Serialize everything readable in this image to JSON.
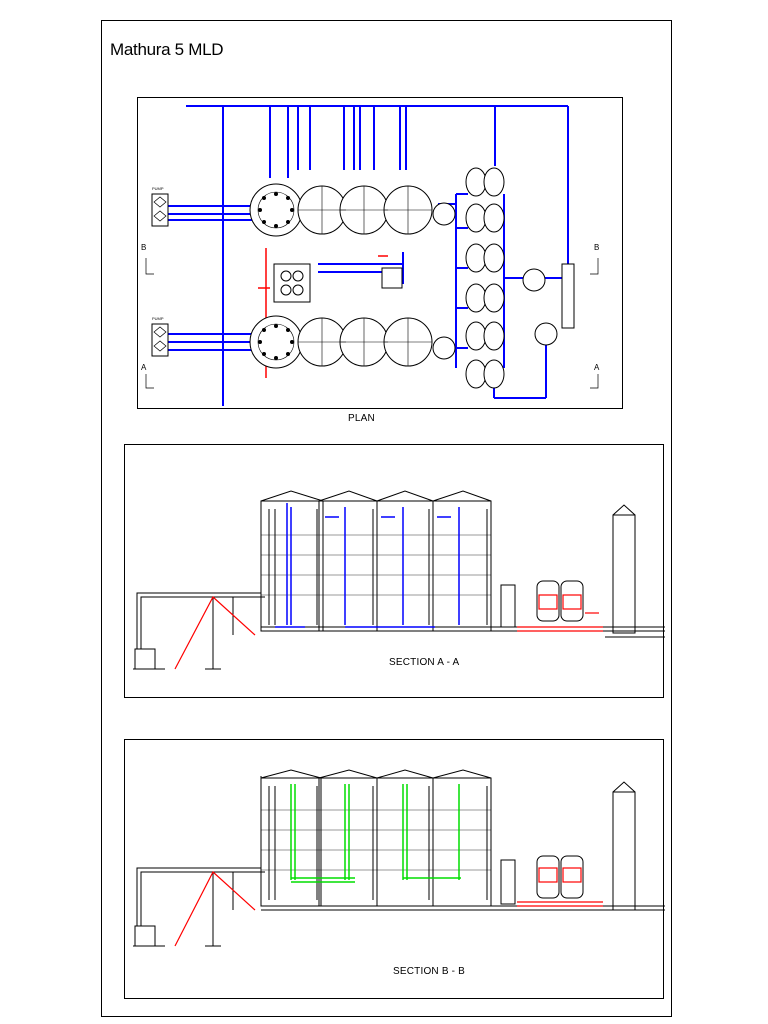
{
  "sheet": {
    "title": "Mathura 5 MLD"
  },
  "plan": {
    "caption": "PLAN",
    "marker_a_left": "A",
    "marker_a_right": "A",
    "marker_b_left": "B",
    "marker_b_right": "B",
    "pump_label_top": "PUMP",
    "pump_label_bottom": "PUMP"
  },
  "section_aa": {
    "caption": "SECTION  A - A"
  },
  "section_bb": {
    "caption": "SECTION  B - B"
  },
  "colors": {
    "pipe_blue": "#0000ff",
    "pipe_red": "#ff0000",
    "pipe_green": "#00dd00",
    "linework": "#000000"
  }
}
